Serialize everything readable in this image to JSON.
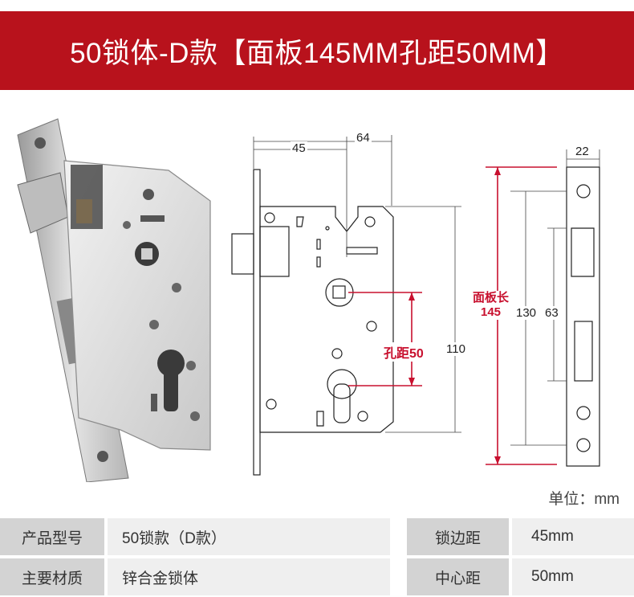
{
  "title": "50锁体-D款【面板145MM孔距50MM】",
  "colors": {
    "accent": "#b8121c",
    "label_bg": "#d3d3d3",
    "value_bg": "#efefef"
  },
  "diagram": {
    "dim_45": "45",
    "dim_64": "64",
    "hole_distance_label": "孔距50",
    "dim_110": "110",
    "panel_length_line1": "面板长",
    "panel_length_line2": "145",
    "dim_130": "130",
    "dim_63": "63",
    "dim_22": "22"
  },
  "unit_note": "单位：mm",
  "specs": [
    {
      "label": "产品型号",
      "value": "50锁款（D款）",
      "label2": "锁边距",
      "value2": "45mm"
    },
    {
      "label": "主要材质",
      "value": "锌合金锁体",
      "label2": "中心距",
      "value2": "50mm"
    }
  ]
}
